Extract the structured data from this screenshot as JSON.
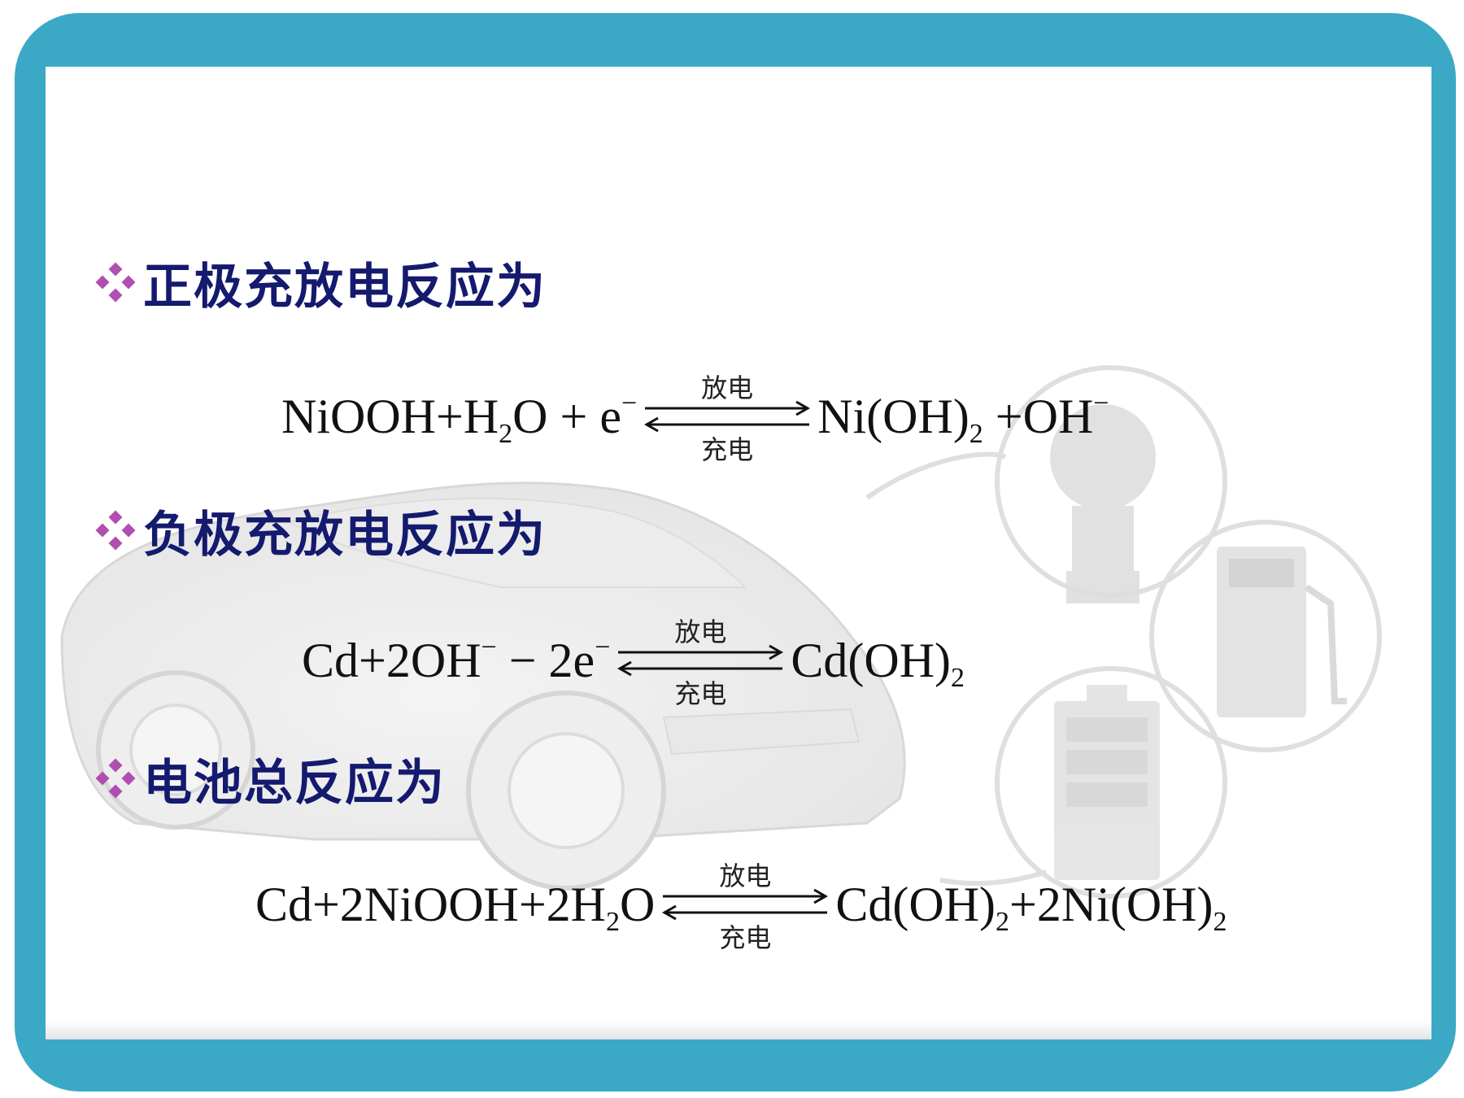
{
  "colors": {
    "frame": "#3ba9c6",
    "heading_text": "#141a6e",
    "bullet": "#b04fb0"
  },
  "sections": [
    {
      "heading": "正极充放电反应为",
      "equation": {
        "lhs": [
          {
            "t": "NiOOH+H"
          },
          {
            "sub": "2"
          },
          {
            "t": "O + e"
          },
          {
            "sup": "−"
          }
        ],
        "rhs": [
          {
            "t": "Ni(OH)"
          },
          {
            "sub": "2"
          },
          {
            "t": " +OH"
          },
          {
            "sup": "−"
          }
        ],
        "forward_label": "放电",
        "reverse_label": "充电"
      }
    },
    {
      "heading": "负极充放电反应为",
      "equation": {
        "lhs": [
          {
            "t": "Cd+2OH"
          },
          {
            "sup": "−"
          },
          {
            "t": " − 2e"
          },
          {
            "sup": "−"
          }
        ],
        "rhs": [
          {
            "t": "Cd(OH)"
          },
          {
            "sub": "2"
          }
        ],
        "forward_label": "放电",
        "reverse_label": "充电"
      }
    },
    {
      "heading": "电池总反应为",
      "equation": {
        "lhs": [
          {
            "t": "Cd+2NiOOH+2H"
          },
          {
            "sub": "2"
          },
          {
            "t": "O"
          }
        ],
        "rhs": [
          {
            "t": "Cd(OH)"
          },
          {
            "sub": "2"
          },
          {
            "t": "+2Ni(OH)"
          },
          {
            "sub": "2"
          }
        ],
        "forward_label": "放电",
        "reverse_label": "充电"
      }
    }
  ]
}
